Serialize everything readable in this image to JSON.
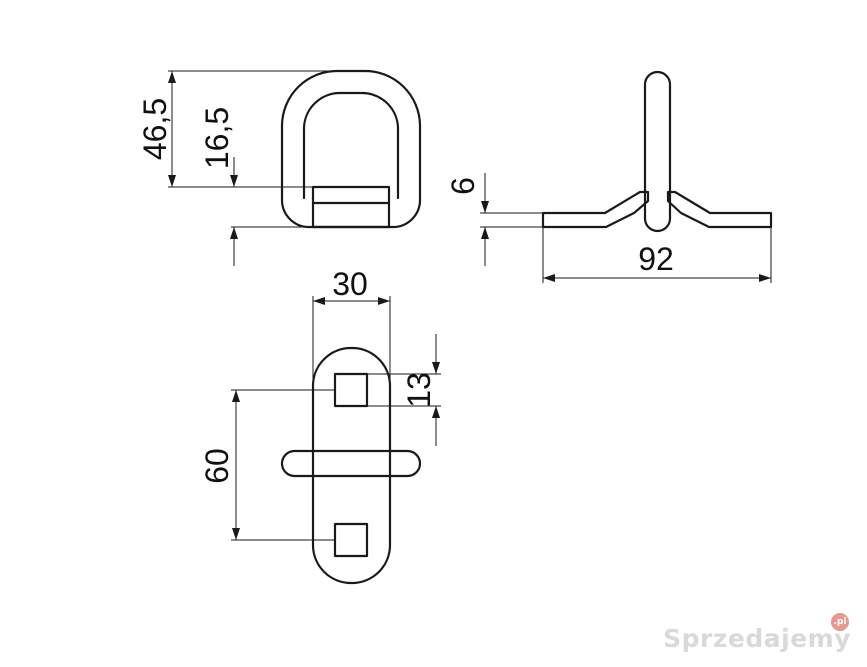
{
  "dimensions": {
    "d_46_5": "46,5",
    "d_16_5": "16,5",
    "d_6": "6",
    "d_92": "92",
    "d_30": "30",
    "d_13": "13",
    "d_60": "60"
  },
  "watermark": {
    "text": "Sprzedajemy",
    "badge": ".pl"
  }
}
